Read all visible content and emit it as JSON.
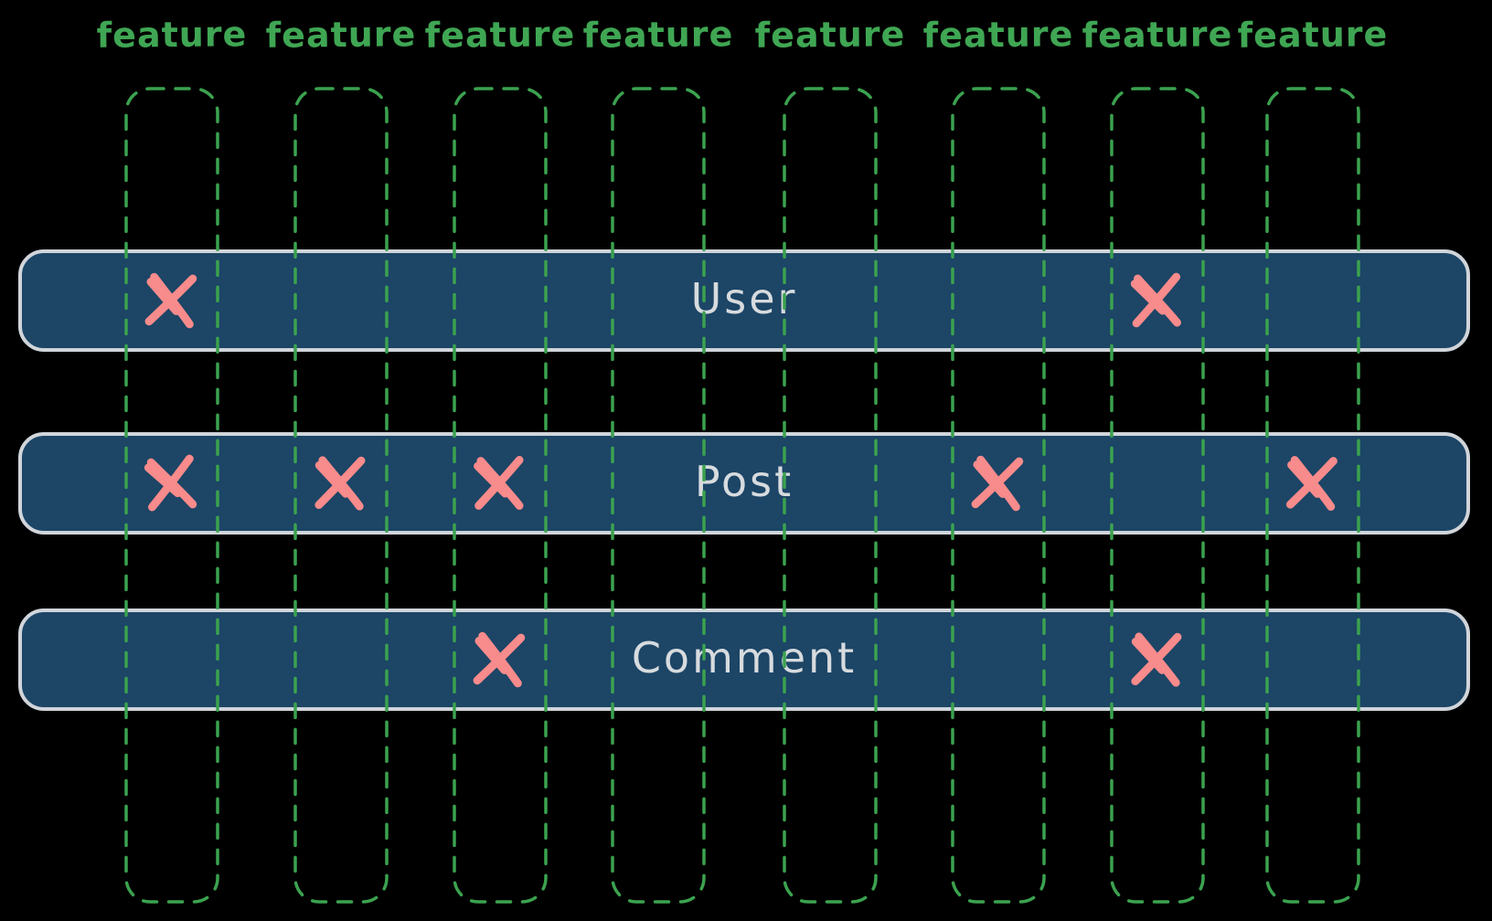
{
  "diagram": {
    "title_implicit": "entity-feature matrix",
    "columns": [
      {
        "label": "feature"
      },
      {
        "label": "feature"
      },
      {
        "label": "feature"
      },
      {
        "label": "feature"
      },
      {
        "label": "feature"
      },
      {
        "label": "feature"
      },
      {
        "label": "feature"
      },
      {
        "label": "feature"
      }
    ],
    "rows": [
      {
        "label": "User",
        "marks": [
          1,
          7
        ]
      },
      {
        "label": "Post",
        "marks": [
          1,
          2,
          3,
          6,
          8
        ]
      },
      {
        "label": "Comment",
        "marks": [
          3,
          7
        ]
      }
    ],
    "mark_glyph": "x-cross",
    "colors": {
      "navy": "#1c4566",
      "border": "#d0d5da",
      "text": "#d7dbde",
      "green": "#3ba24f",
      "green_label": "#3fa653",
      "salmon": "#f88b8b",
      "bg": "#000000"
    }
  }
}
